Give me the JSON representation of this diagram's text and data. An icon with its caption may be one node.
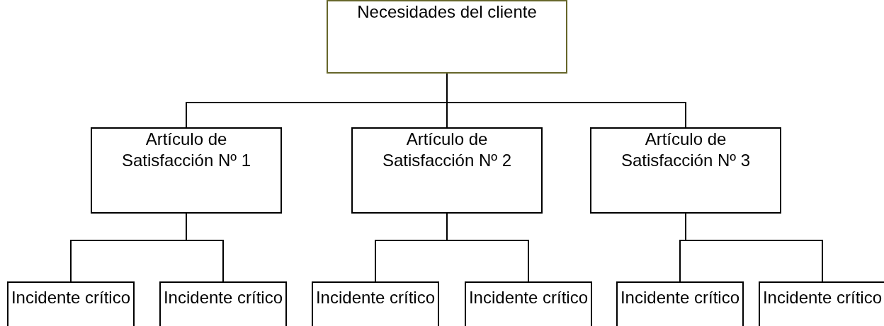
{
  "diagram": {
    "nodes": [
      {
        "text": [
          "Necesidades del cliente"
        ]
      },
      {
        "text": [
          "Artículo de Satisfacción Nº 1"
        ]
      },
      {
        "text": [
          "Artículo de Satisfacción Nº 2"
        ]
      },
      {
        "text": [
          "Artículo de Satisfacción Nº 3"
        ]
      },
      {
        "text": [
          "Incidente crítico"
        ]
      },
      {
        "text": [
          "Incidente crítico"
        ]
      },
      {
        "text": [
          "Incidente crítico"
        ]
      },
      {
        "text": [
          "Incidente crítico"
        ]
      },
      {
        "text": [
          "Incidente crítico"
        ]
      },
      {
        "text": [
          "Incidente crítico"
        ]
      }
    ],
    "edges": [
      {
        "from": 0,
        "to": 1,
        "arrow": "none"
      },
      {
        "from": 0,
        "to": 2,
        "arrow": "none"
      },
      {
        "from": 0,
        "to": 3,
        "arrow": "none"
      },
      {
        "from": 1,
        "to": 4,
        "arrow": "none"
      },
      {
        "from": 1,
        "to": 5,
        "arrow": "none"
      },
      {
        "from": 2,
        "to": 6,
        "arrow": "none"
      },
      {
        "from": 2,
        "to": 7,
        "arrow": "none"
      },
      {
        "from": 3,
        "to": 8,
        "arrow": "none"
      },
      {
        "from": 3,
        "to": 9,
        "arrow": "none"
      }
    ]
  }
}
